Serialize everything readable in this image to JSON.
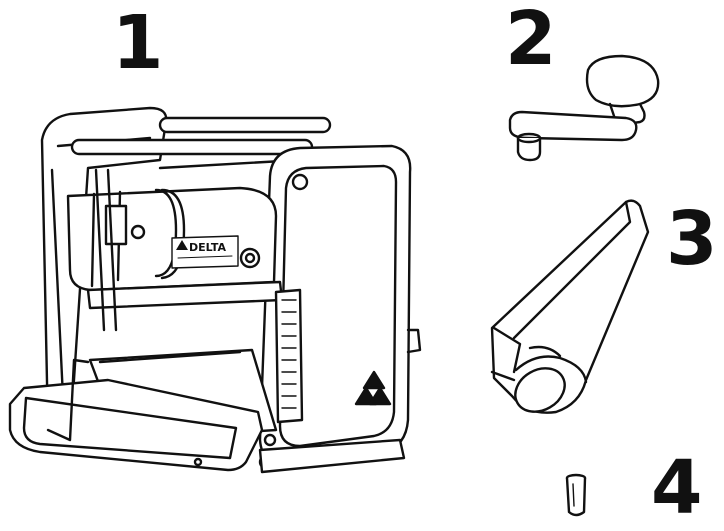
{
  "labels": {
    "part1": "1",
    "part2": "2",
    "part3": "3",
    "part4": "4"
  },
  "brand": {
    "name": "DELTA"
  },
  "colors": {
    "ink": "#111111",
    "background": "#ffffff",
    "shade": "#d9d9d9"
  }
}
